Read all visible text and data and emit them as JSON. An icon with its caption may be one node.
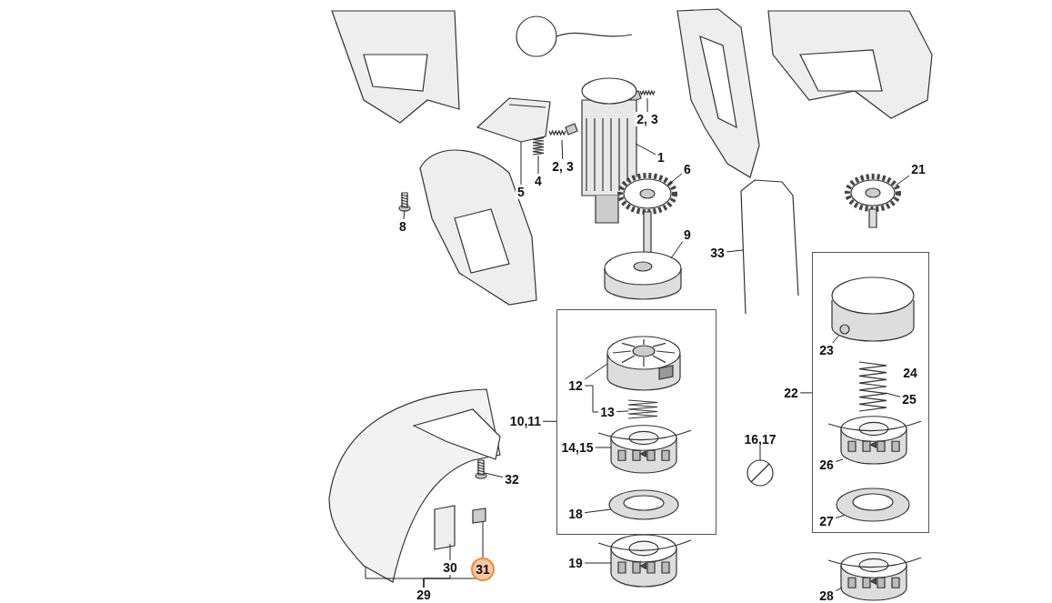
{
  "diagram": {
    "nodes": [
      {
        "text": [
          "2, 3"
        ]
      },
      {
        "text": [
          "1"
        ]
      },
      {
        "text": [
          "2, 3"
        ]
      },
      {
        "text": [
          "6"
        ]
      },
      {
        "text": [
          "21"
        ]
      },
      {
        "text": [
          "4"
        ]
      },
      {
        "text": [
          "5"
        ]
      },
      {
        "text": [
          "8"
        ]
      },
      {
        "text": [
          "9"
        ]
      },
      {
        "text": [
          "33"
        ]
      },
      {
        "text": [],
        "shape": "box"
      },
      {
        "text": [],
        "shape": "box"
      },
      {
        "text": [
          "23"
        ],
        "in": 10
      },
      {
        "text": [
          "24"
        ],
        "in": 10
      },
      {
        "text": [
          "12"
        ],
        "in": 11
      },
      {
        "text": [
          "22"
        ]
      },
      {
        "text": [
          "25"
        ],
        "in": 10
      },
      {
        "text": [
          "13"
        ],
        "in": 11
      },
      {
        "text": [
          "10,11"
        ]
      },
      {
        "text": [
          "16,17"
        ]
      },
      {
        "text": [
          "14,15"
        ],
        "in": 11
      },
      {
        "text": [
          "26"
        ],
        "in": 10
      },
      {
        "text": [
          "32"
        ]
      },
      {
        "text": [
          "18"
        ],
        "in": 11
      },
      {
        "text": [
          "27"
        ],
        "in": 10
      },
      {
        "text": [
          "19"
        ]
      },
      {
        "text": [
          "30"
        ]
      },
      {
        "text": [
          "31"
        ]
      },
      {
        "text": [
          "29"
        ]
      },
      {
        "text": [
          "28"
        ]
      },
      {
        "text": [],
        "shape": "picture"
      },
      {
        "text": [],
        "shape": "picture"
      },
      {
        "text": [],
        "shape": "picture"
      },
      {
        "text": [],
        "shape": "picture"
      },
      {
        "text": [],
        "shape": "picture"
      },
      {
        "text": [],
        "shape": "picture"
      },
      {
        "text": [],
        "shape": "picture"
      },
      {
        "text": [],
        "shape": "picture"
      },
      {
        "text": [],
        "shape": "picture"
      },
      {
        "text": [],
        "shape": "picture"
      },
      {
        "text": [],
        "shape": "picture",
        "in": 11
      },
      {
        "text": [],
        "shape": "picture",
        "in": 11
      },
      {
        "text": [],
        "shape": "picture",
        "in": 11
      },
      {
        "text": [],
        "shape": "picture",
        "in": 11
      },
      {
        "text": [],
        "shape": "picture"
      },
      {
        "text": [],
        "shape": "picture"
      },
      {
        "text": [],
        "shape": "picture",
        "in": 10
      },
      {
        "text": [],
        "shape": "picture",
        "in": 10
      },
      {
        "text": [],
        "shape": "picture",
        "in": 10
      },
      {
        "text": [],
        "shape": "picture",
        "in": 10
      },
      {
        "text": [],
        "shape": "picture"
      },
      {
        "text": [],
        "shape": "picture"
      },
      {
        "text": [],
        "shape": "picture"
      },
      {
        "text": [],
        "shape": "picture"
      },
      {
        "text": [],
        "shape": "picture"
      }
    ],
    "edges": [
      {
        "from": 0,
        "to": 30,
        "arrow": "none"
      },
      {
        "from": 1,
        "to": 31,
        "arrow": "none"
      },
      {
        "from": 2,
        "to": 32,
        "arrow": "none"
      },
      {
        "from": 3,
        "to": 33,
        "arrow": "none"
      },
      {
        "from": 4,
        "to": 34,
        "arrow": "none"
      },
      {
        "from": 5,
        "to": 35,
        "arrow": "none"
      },
      {
        "from": 6,
        "to": 36,
        "arrow": "none"
      },
      {
        "from": 7,
        "to": 37,
        "arrow": "none"
      },
      {
        "from": 8,
        "to": 38,
        "arrow": "none"
      },
      {
        "from": 9,
        "to": 39,
        "arrow": "none"
      },
      {
        "from": 14,
        "to": 40,
        "arrow": "none"
      },
      {
        "from": 14,
        "to": 17,
        "arrow": "none"
      },
      {
        "from": 17,
        "to": 41,
        "arrow": "none"
      },
      {
        "from": 18,
        "to": 11,
        "arrow": "none"
      },
      {
        "from": 20,
        "to": 42,
        "arrow": "none"
      },
      {
        "from": 23,
        "to": 43,
        "arrow": "none"
      },
      {
        "from": 25,
        "to": 44,
        "arrow": "none"
      },
      {
        "from": 19,
        "to": 45,
        "arrow": "none"
      },
      {
        "from": 12,
        "to": 46,
        "arrow": "none"
      },
      {
        "from": 16,
        "to": 47,
        "arrow": "none"
      },
      {
        "from": 15,
        "to": 10,
        "arrow": "none"
      },
      {
        "from": 21,
        "to": 48,
        "arrow": "none"
      },
      {
        "from": 24,
        "to": 49,
        "arrow": "none"
      },
      {
        "from": 29,
        "to": 50,
        "arrow": "none"
      },
      {
        "from": 22,
        "to": 51,
        "arrow": "none"
      },
      {
        "from": 26,
        "to": 52,
        "arrow": "none"
      },
      {
        "from": 27,
        "to": 53,
        "arrow": "none"
      },
      {
        "from": 28,
        "to": 54,
        "arrow": "none"
      },
      {
        "from": 28,
        "to": 26,
        "arrow": "none"
      },
      {
        "from": 28,
        "to": 27,
        "arrow": "none"
      }
    ]
  }
}
